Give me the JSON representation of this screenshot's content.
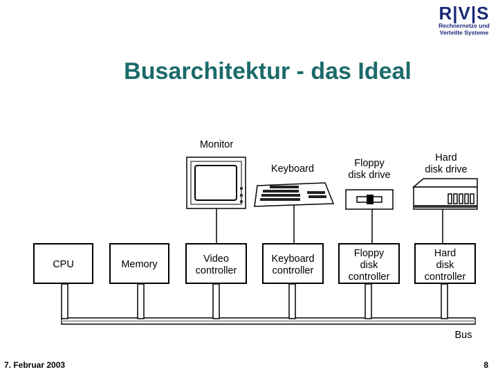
{
  "header": {
    "logo_text": "R|V|S",
    "logo_line1": "Rechnernetze und",
    "logo_line2": "Verteilte Systeme"
  },
  "title": "Busarchitektur - das Ideal",
  "diagram": {
    "devices": {
      "monitor": "Monitor",
      "keyboard": "Keyboard",
      "floppy": [
        "Floppy",
        "disk drive"
      ],
      "hard": [
        "Hard",
        "disk drive"
      ]
    },
    "boxes": {
      "cpu": [
        "CPU"
      ],
      "memory": [
        "Memory"
      ],
      "video": [
        "Video",
        "controller"
      ],
      "keyboard": [
        "Keyboard",
        "controller"
      ],
      "floppy": [
        "Floppy",
        "disk",
        "controller"
      ],
      "hard": [
        "Hard",
        "disk",
        "controller"
      ]
    },
    "bus_label": "Bus"
  },
  "footer": {
    "date": "7. Februar 2003",
    "page": "8"
  },
  "colors": {
    "title": "#1b6b6a",
    "logo": "#1a2a78",
    "logo_separator": "#b01818"
  }
}
